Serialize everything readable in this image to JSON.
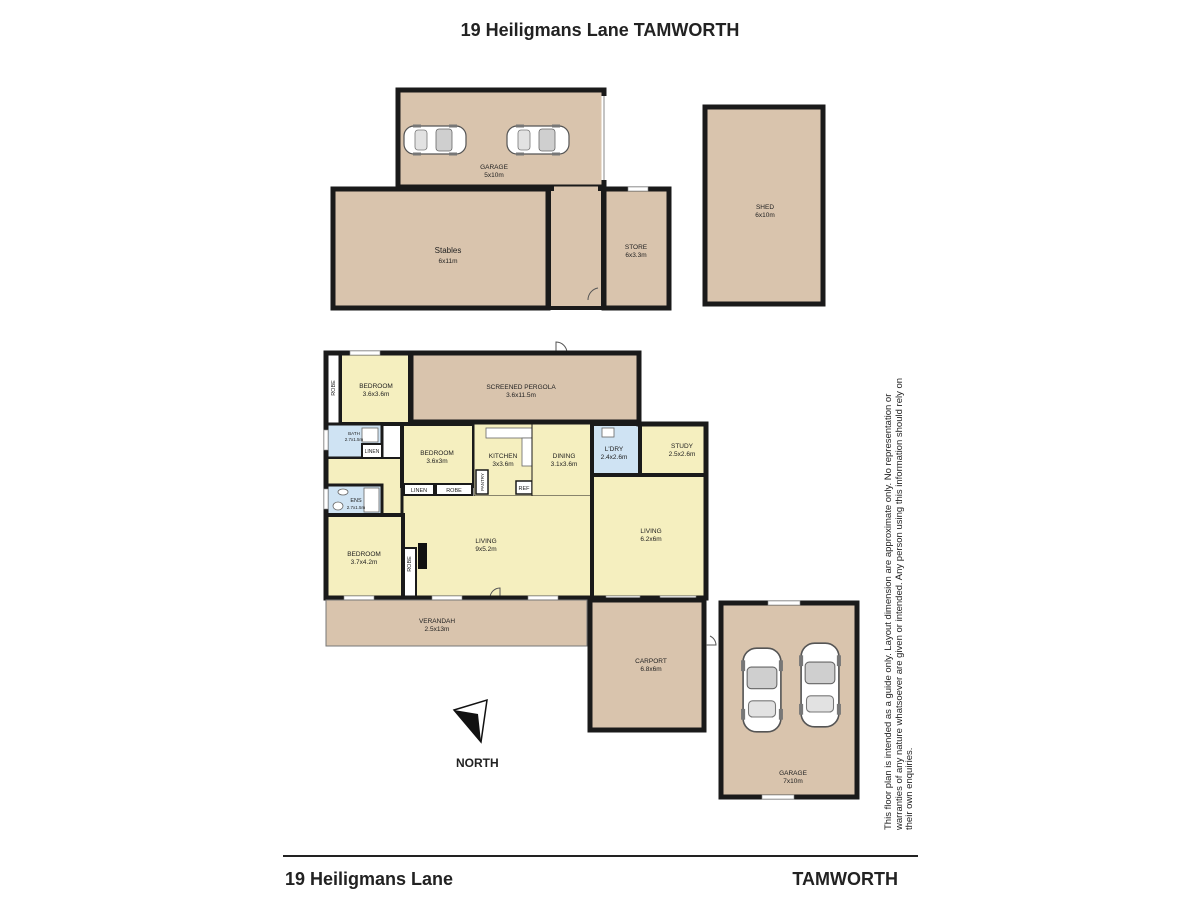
{
  "header": {
    "title": "19 Heiligmans Lane TAMWORTH"
  },
  "footer": {
    "address": "19 Heiligmans Lane",
    "town": "TAMWORTH"
  },
  "compass": {
    "label": "NORTH"
  },
  "disclaimer": "This floor plan is intended as a guide only. Layout dimension are approximate only. No representation or warranties of any nature whatsoever are given or intended. Any person using this information should rely on their own enquiries.",
  "colors": {
    "outbuilding": "#d9c4ad",
    "house": "#f5efbf",
    "wet_area": "#cfe3f3",
    "wall": "#1a1a1a"
  },
  "rooms": {
    "garage_top": {
      "name": "GARAGE",
      "size": "5x10m"
    },
    "stables": {
      "name": "Stables",
      "size": "6x11m"
    },
    "store": {
      "name": "STORE",
      "size": "6x3.3m"
    },
    "shed": {
      "name": "SHED",
      "size": "6x10m"
    },
    "bedroom1": {
      "name": "BEDROOM",
      "size": "3.6x3.6m"
    },
    "pergola": {
      "name": "SCREENED PERGOLA",
      "size": "3.6x11.5m"
    },
    "bath": {
      "name": "BATH",
      "size": "2.7x1.5m"
    },
    "linen1": {
      "name": "LINEN"
    },
    "bedroom2": {
      "name": "BEDROOM",
      "size": "3.6x3m"
    },
    "kitchen": {
      "name": "KITCHEN",
      "size": "3x3.6m"
    },
    "dining": {
      "name": "DINING",
      "size": "3.1x3.6m"
    },
    "laundry": {
      "name": "L'DRY",
      "size": "2.4x2.6m"
    },
    "study": {
      "name": "STUDY",
      "size": "2.5x2.6m"
    },
    "ens": {
      "name": "ENS",
      "size": "2.7x1.5m"
    },
    "linen2": {
      "name": "LINEN"
    },
    "robe2": {
      "name": "ROBE"
    },
    "pantry": {
      "name": "PANTRY"
    },
    "ref": {
      "name": "REF"
    },
    "robe1": {
      "name": "ROBE"
    },
    "robe3": {
      "name": "ROBE"
    },
    "living1": {
      "name": "LIVING",
      "size": "9x5.2m"
    },
    "living2": {
      "name": "LIVING",
      "size": "6.2x6m"
    },
    "bedroom3": {
      "name": "BEDROOM",
      "size": "3.7x4.2m"
    },
    "verandah": {
      "name": "VERANDAH",
      "size": "2.5x13m"
    },
    "carport": {
      "name": "CARPORT",
      "size": "6.8x6m"
    },
    "garage_bottom": {
      "name": "GARAGE",
      "size": "7x10m"
    }
  }
}
